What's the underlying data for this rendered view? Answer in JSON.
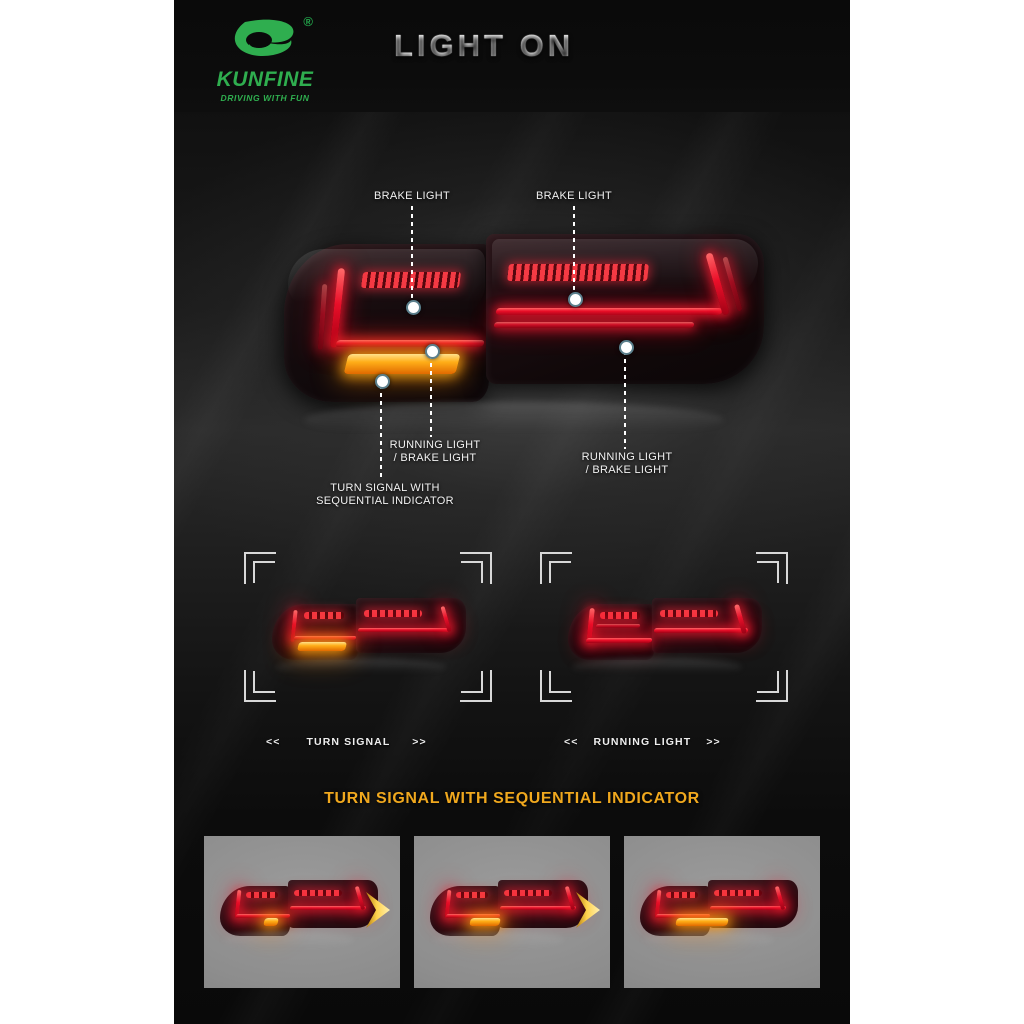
{
  "brand": {
    "name": "KUNFINE",
    "tagline": "DRIVING WITH FUN",
    "registered_mark": "®",
    "logo_icon": "kunfine-swoosh-logo",
    "green": "#2fae4f"
  },
  "header": {
    "title": "LIGHT  ON"
  },
  "hero": {
    "product": "LED tail light assembly (pair, illuminated)",
    "callouts": [
      {
        "id": "brake-light-left",
        "label": "BRAKE LIGHT"
      },
      {
        "id": "brake-light-right",
        "label": "BRAKE LIGHT"
      },
      {
        "id": "running-brake-left",
        "label": "RUNNING LIGHT\n/ BRAKE LIGHT"
      },
      {
        "id": "running-brake-right",
        "label": "RUNNING LIGHT\n/ BRAKE LIGHT"
      },
      {
        "id": "turn-signal",
        "label": "TURN SIGNAL WITH\nSEQUENTIAL INDICATOR"
      }
    ]
  },
  "modes": [
    {
      "id": "turn-signal",
      "caption": "TURN SIGNAL",
      "prefix": "<<",
      "suffix": ">>",
      "accent": "#ffaa14"
    },
    {
      "id": "running-light",
      "caption": "RUNNING LIGHT",
      "prefix": "<<",
      "suffix": ">>",
      "accent": "#ff1f3a"
    }
  ],
  "sequential": {
    "title": "TURN SIGNAL WITH SEQUENTIAL INDICATOR",
    "title_color": "#f0a81e",
    "frames": [
      {
        "id": "frame-1",
        "stage": "1",
        "arrow_icon": "chevron-right-icon"
      },
      {
        "id": "frame-2",
        "stage": "2",
        "arrow_icon": "chevron-right-icon"
      },
      {
        "id": "frame-3",
        "stage": "3",
        "arrow_icon": "chevron-right-icon"
      }
    ]
  },
  "colors": {
    "background": "#ffffff",
    "poster": "#121212",
    "red_led": "#ff1f3a",
    "amber_led": "#ffaa14",
    "label_text": "#f2f2f2",
    "panel_gray": "#8f8f8f"
  }
}
